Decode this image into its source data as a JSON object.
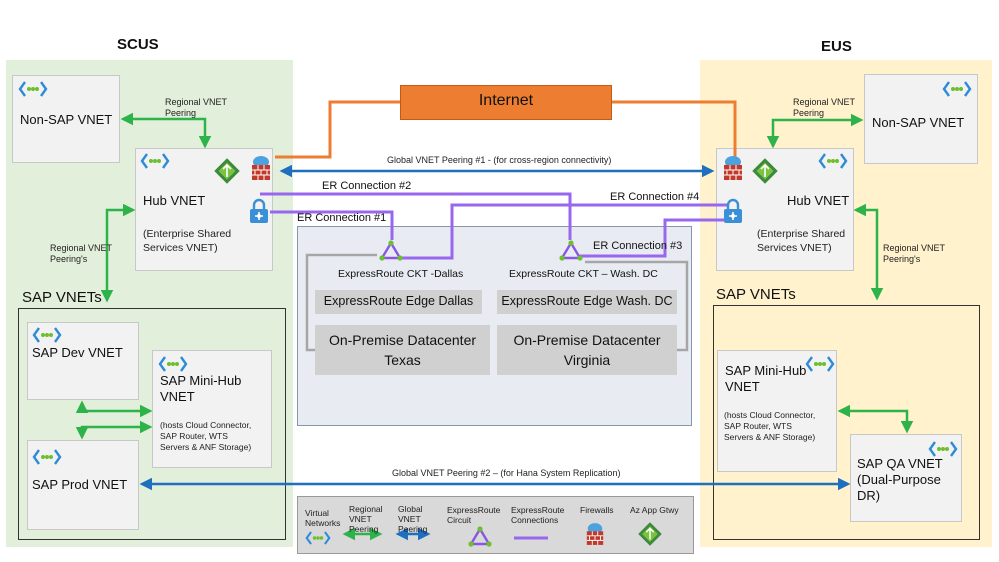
{
  "regions": {
    "west": "SCUS",
    "east": "EUS"
  },
  "internet": "Internet",
  "west": {
    "non_sap_vnet": "Non-SAP VNET",
    "regional_peering_top": [
      "Regional VNET",
      "Peering"
    ],
    "hub_title": "Hub VNET",
    "hub_sub": [
      "(Enterprise Shared",
      "Services VNET)"
    ],
    "regional_peering_side": [
      "Regional VNET",
      "Peering's"
    ],
    "sap_vnets": "SAP VNETs",
    "sap_dev": "SAP Dev VNET",
    "mini_hub_title": [
      "SAP Mini-Hub",
      "VNET"
    ],
    "mini_hub_sub": [
      "(hosts Cloud Connector,",
      "SAP Router, WTS",
      "Servers & ANF Storage)"
    ],
    "sap_prod": "SAP Prod VNET"
  },
  "east": {
    "regional_peering_top": [
      "Regional VNET",
      "Peering"
    ],
    "non_sap_vnet": "Non-SAP VNET",
    "hub_title": "Hub VNET",
    "hub_sub": [
      "(Enterprise Shared",
      "Services VNET)"
    ],
    "regional_peering_side": [
      "Regional VNET",
      "Peering's"
    ],
    "sap_vnets": "SAP VNETs",
    "mini_hub_title": [
      "SAP Mini-Hub",
      "VNET"
    ],
    "mini_hub_sub": [
      "(hosts Cloud Connector,",
      "SAP Router, WTS",
      "Servers & ANF Storage)"
    ],
    "sap_qa": [
      "SAP QA VNET",
      "(Dual-Purpose",
      "DR)"
    ]
  },
  "connections": {
    "global_peering_1": "Global VNET Peering #1 -  (for cross-region connectivity)",
    "global_peering_2": "Global VNET Peering #2 – (for Hana System Replication)",
    "er1": "ER Connection #1",
    "er2": "ER Connection #2",
    "er3": "ER Connection #3",
    "er4": "ER Connection #4"
  },
  "onprem": {
    "ckt_dallas": "ExpressRoute CKT -Dallas",
    "ckt_dc": "ExpressRoute CKT – Wash. DC",
    "edge_dallas": "ExpressRoute Edge Dallas",
    "edge_dc": "ExpressRoute Edge Wash. DC",
    "dc_texas": [
      "On-Premise Datacenter",
      "Texas"
    ],
    "dc_virginia": [
      "On-Premise Datacenter",
      "Virginia"
    ]
  },
  "legend": {
    "virtual_networks": [
      "Virtual",
      "Networks"
    ],
    "regional_peering": [
      "Regional",
      "VNET",
      "Peering"
    ],
    "global_peering": [
      "Global",
      "VNET",
      "Peering"
    ],
    "er_circuit": [
      "ExpressRoute",
      "Circuit"
    ],
    "er_connections": [
      "ExpressRoute",
      "Connections"
    ],
    "firewalls": "Firewalls",
    "app_gateway": "Az App Gtwy"
  },
  "colors": {
    "west_bg": "#e2efda",
    "east_bg": "#fff2cc",
    "internet": "#ed7d31",
    "green": "#2db34a",
    "blue": "#1f6fbf",
    "purple": "#9966ee",
    "gray_box": "#d0d0d0",
    "vnet_icon": "#2e8bd8",
    "firewall": "#c0392b"
  }
}
